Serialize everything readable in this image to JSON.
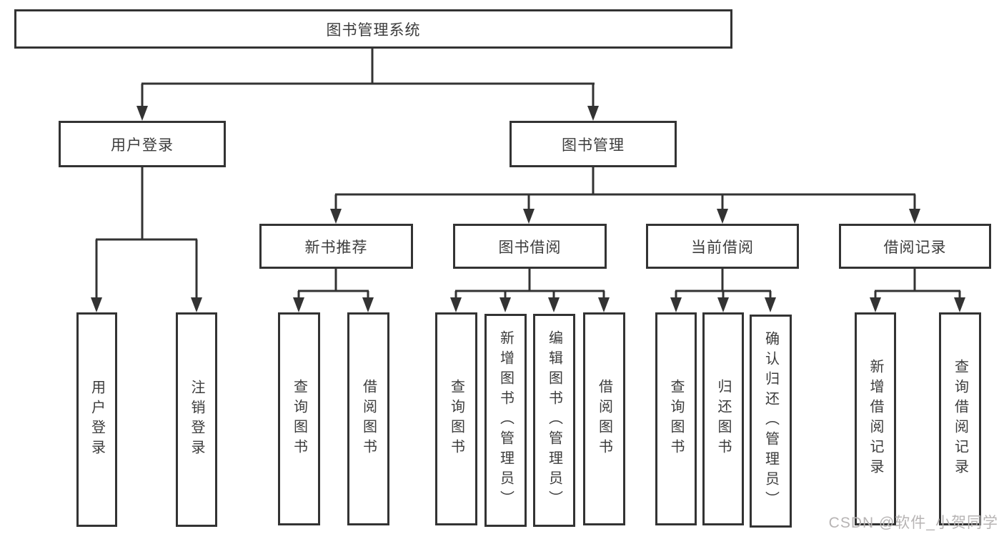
{
  "colors": {
    "line": "#333333",
    "box_border": "#333333",
    "text": "#3c3c3c",
    "watermark_text": "#b7b4b4",
    "background": "#ffffff"
  },
  "watermark": "CSDN @软件_小贺同学",
  "tree": {
    "label": "图书管理系统",
    "children": [
      {
        "label": "用户登录",
        "children": [
          {
            "label": "用户登录"
          },
          {
            "label": "注销登录"
          }
        ]
      },
      {
        "label": "图书管理",
        "children": [
          {
            "label": "新书推荐",
            "children": [
              {
                "label": "查询图书"
              },
              {
                "label": "借阅图书"
              }
            ]
          },
          {
            "label": "图书借阅",
            "children": [
              {
                "label": "查询图书"
              },
              {
                "label": "新增图书（管理员）"
              },
              {
                "label": "编辑图书（管理员）"
              },
              {
                "label": "借阅图书"
              }
            ]
          },
          {
            "label": "当前借阅",
            "children": [
              {
                "label": "查询图书"
              },
              {
                "label": "归还图书"
              },
              {
                "label": "确认归还（管理员）"
              }
            ]
          },
          {
            "label": "借阅记录",
            "children": [
              {
                "label": "新增借阅记录"
              },
              {
                "label": "查询借阅记录"
              }
            ]
          }
        ]
      }
    ]
  }
}
